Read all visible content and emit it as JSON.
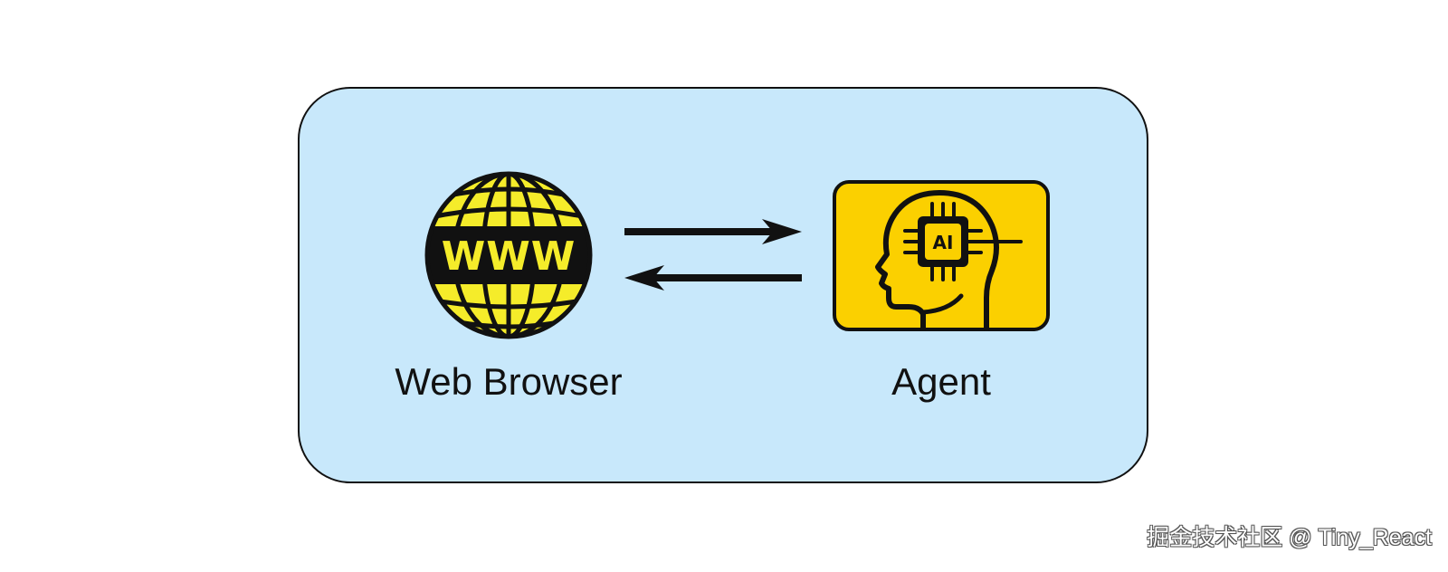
{
  "diagram": {
    "nodes": [
      {
        "id": "web-browser",
        "label": "Web Browser",
        "icon": "globe-icon",
        "icon_text": "WWW"
      },
      {
        "id": "agent",
        "label": "Agent",
        "icon": "ai-head-icon",
        "icon_text": "AI"
      }
    ],
    "edges": [
      {
        "from": "web-browser",
        "to": "agent"
      },
      {
        "from": "agent",
        "to": "web-browser"
      }
    ]
  },
  "watermark": "掘金技术社区 @ Tiny_React",
  "colors": {
    "panel_background": "#c8e8fb",
    "globe_yellow": "#f5ec2a",
    "agent_card_yellow": "#fbd000",
    "ink": "#111111"
  }
}
